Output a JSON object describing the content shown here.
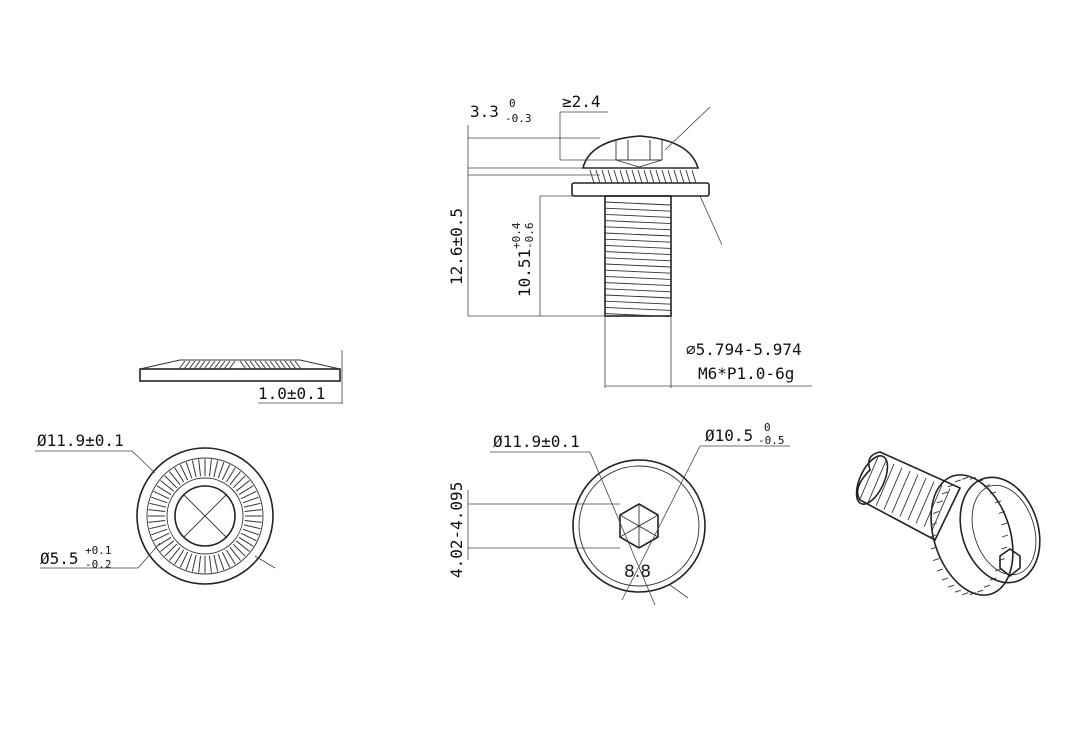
{
  "colors": {
    "line": "#222222",
    "background": "#ffffff"
  },
  "side_view": {
    "head_height": {
      "base": "3.3",
      "upper": "0",
      "lower": "-0.3"
    },
    "drive_depth": "≥2.4",
    "total_length": "12.6±0.5",
    "thread_length": {
      "base": "10.51",
      "upper": "+0.4",
      "lower": "-0.6"
    },
    "thread_diameter": "∅5.794-5.974",
    "thread_spec": "M6*P1.0-6g"
  },
  "washer_side": {
    "thickness": "1.0±0.1"
  },
  "washer_top": {
    "outer_diameter": "Ø11.9±0.1",
    "inner_diameter": {
      "base": "Ø5.5",
      "upper": "+0.1",
      "lower": "-0.2"
    }
  },
  "head_top": {
    "outer_diameter": "Ø11.9±0.1",
    "head_diameter": {
      "base": "Ø10.5",
      "upper": "0",
      "lower": "-0.5"
    },
    "hex_size": "4.02-4.095",
    "grade_marking": "8.8"
  }
}
